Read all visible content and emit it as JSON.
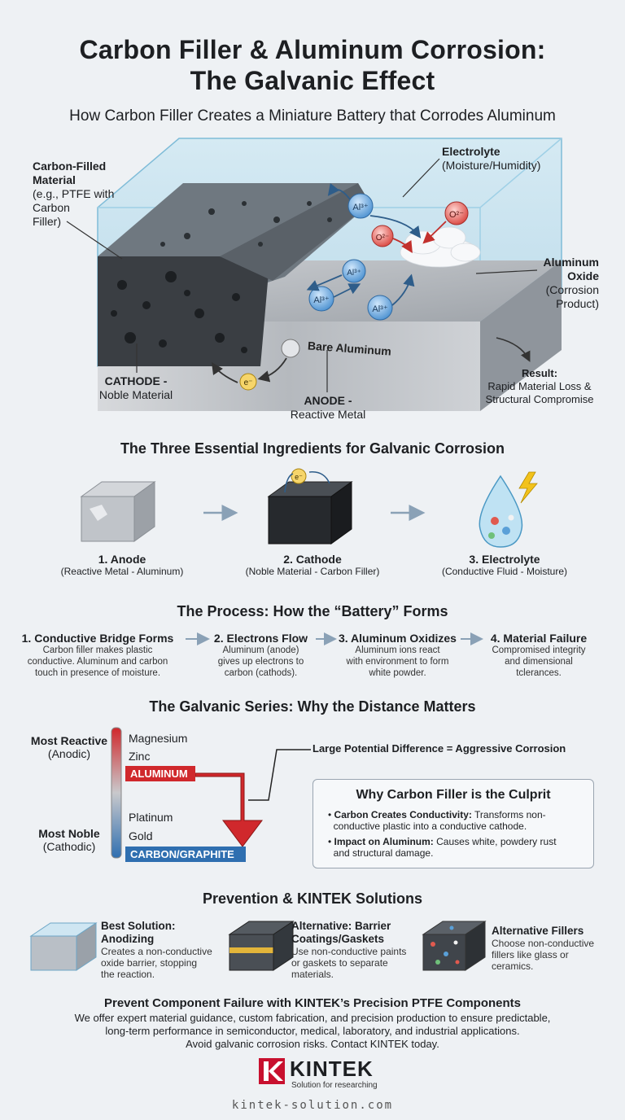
{
  "header": {
    "title_line1": "Carbon Filler & Aluminum Corrosion:",
    "title_line2": "The Galvanic Effect",
    "subtitle": "How Carbon Filler Creates a Miniature Battery that Corrodes Aluminum"
  },
  "diagram": {
    "carbon_title_1": "Carbon-Filled",
    "carbon_title_2": "Material",
    "carbon_sub_1": "(e.g., PTFE with",
    "carbon_sub_2": "Carbon",
    "carbon_sub_3": "Filler)",
    "electrolyte_title": "Electrolyte",
    "electrolyte_sub": "(Moisture/Humidity)",
    "oxide_title_1": "Aluminum",
    "oxide_title_2": "Oxide",
    "oxide_sub_1": "(Corrosion",
    "oxide_sub_2": "Product)",
    "bare_aluminum": "Bare Aluminum",
    "cathode_title": "CATHODE -",
    "cathode_sub": "Noble Material",
    "anode_title": "ANODE -",
    "anode_sub": "Reactive Metal",
    "result_title": "Result:",
    "result_sub_1": "Rapid Material Loss &",
    "result_sub_2": "Structural Compromise",
    "ion_al": "Al³⁺",
    "ion_o": "O²⁻",
    "electron": "e⁻"
  },
  "ingredients": {
    "heading": "The Three Essential Ingredients for Galvanic Corrosion",
    "items": [
      {
        "name": "1. Anode",
        "sub": "(Reactive Metal - Aluminum)"
      },
      {
        "name": "2. Cathode",
        "sub": "(Noble Material - Carbon Filler)"
      },
      {
        "name": "3. Electrolyte",
        "sub": "(Conductive Fluid - Moisture)"
      }
    ]
  },
  "process": {
    "heading": "The Process: How the “Battery” Forms",
    "steps": [
      {
        "title": "1. Conductive Bridge Forms",
        "line1": "Carbon filler makes plastic",
        "line2": "conductive. Aluminum and carbon",
        "line3": "touch in presence of moisture."
      },
      {
        "title": "2. Electrons Flow",
        "line1": "Aluminum (anode)",
        "line2": "gives up electrons to",
        "line3": "carbon (cathods)."
      },
      {
        "title": "3. Aluminum Oxidizes",
        "line1": "Aluminum ions react",
        "line2": "with environment to form",
        "line3": "white powder."
      },
      {
        "title": "4. Material Failure",
        "line1": "Compromised integrity",
        "line2": "and dimensional",
        "line3": "tclerances."
      }
    ]
  },
  "series": {
    "heading": "The Galvanic Series: Why the Distance Matters",
    "most_reactive": "Most Reactive",
    "anodic": "(Anodic)",
    "most_noble": "Most Noble",
    "cathodic": "(Cathodic)",
    "items": [
      "Magnesium",
      "Zinc",
      "ALUMINUM",
      "Platinum",
      "Gold",
      "CARBON/GRAPHITE"
    ],
    "callout": "Large Potential Difference = Aggressive Corrosion",
    "culprit_title": "Why Carbon Filler is the Culprit",
    "bullet1_bold": "Carbon Creates Conductivity:",
    "bullet1_text": "Transforms non-",
    "bullet1_line2": "conductive plastic into a conductive cathode.",
    "bullet2_bold": "Impact on Aluminum:",
    "bullet2_text": "Causes white, powdery rust",
    "bullet2_line2": "and structural damage."
  },
  "prevention": {
    "heading": "Prevention & KINTEK Solutions",
    "items": [
      {
        "title1": "Best Solution:",
        "title2": "Anodizing",
        "t1": "Creates a non-conductive",
        "t2": "oxide barrier, stopping",
        "t3": "the reaction."
      },
      {
        "title1": "Alternative: Barrier",
        "title2": "Coatings/Gaskets",
        "t1": "Use non-conductive paints",
        "t2": "or gaskets to separate",
        "t3": "materials."
      },
      {
        "title1": "Alternative Fillers",
        "title2": "",
        "t1": "Choose non-conductive",
        "t2": "fillers like glass or",
        "t3": "ceramics."
      }
    ]
  },
  "cta": {
    "title": "Prevent Component Failure with KINTEK’s Precision PTFE Components",
    "line1": "We offer expert material guidance, custom fabrication, and precision production to ensure predictable,",
    "line2": "long-term performance in semiconductor, medical, laboratory, and industrial applications.",
    "line3": "Avoid galvanic corrosion risks. Contact KINTEK today."
  },
  "brand": {
    "name": "KINTEK",
    "tagline": "Solution for researching",
    "url": "kintek-solution.com"
  },
  "colors": {
    "anodic_red": "#d0282c",
    "cathodic_blue": "#2f6fb0",
    "brand_red": "#c8102e"
  }
}
